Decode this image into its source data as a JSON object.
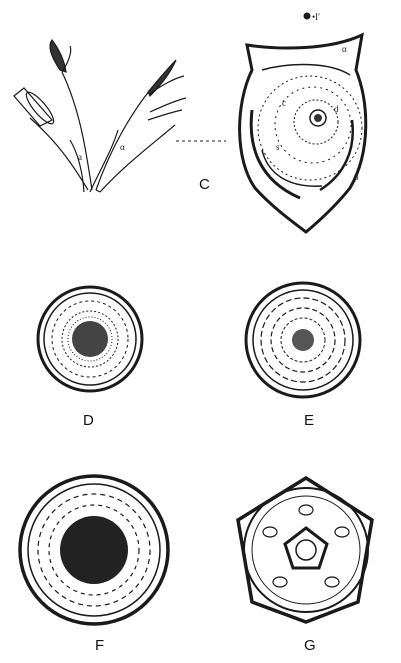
{
  "figures": {
    "c": {
      "label": "C"
    },
    "d": {
      "label": "D"
    },
    "e": {
      "label": "E"
    },
    "f": {
      "label": "F"
    },
    "g": {
      "label": "G"
    }
  },
  "marks": {
    "axis": "•I'",
    "a": "a",
    "alpha": "α",
    "beta": "β",
    "c": "c",
    "d": "d",
    "s": "s"
  },
  "colors": {
    "ink": "#1a1a1a",
    "paper": "#ffffff"
  }
}
